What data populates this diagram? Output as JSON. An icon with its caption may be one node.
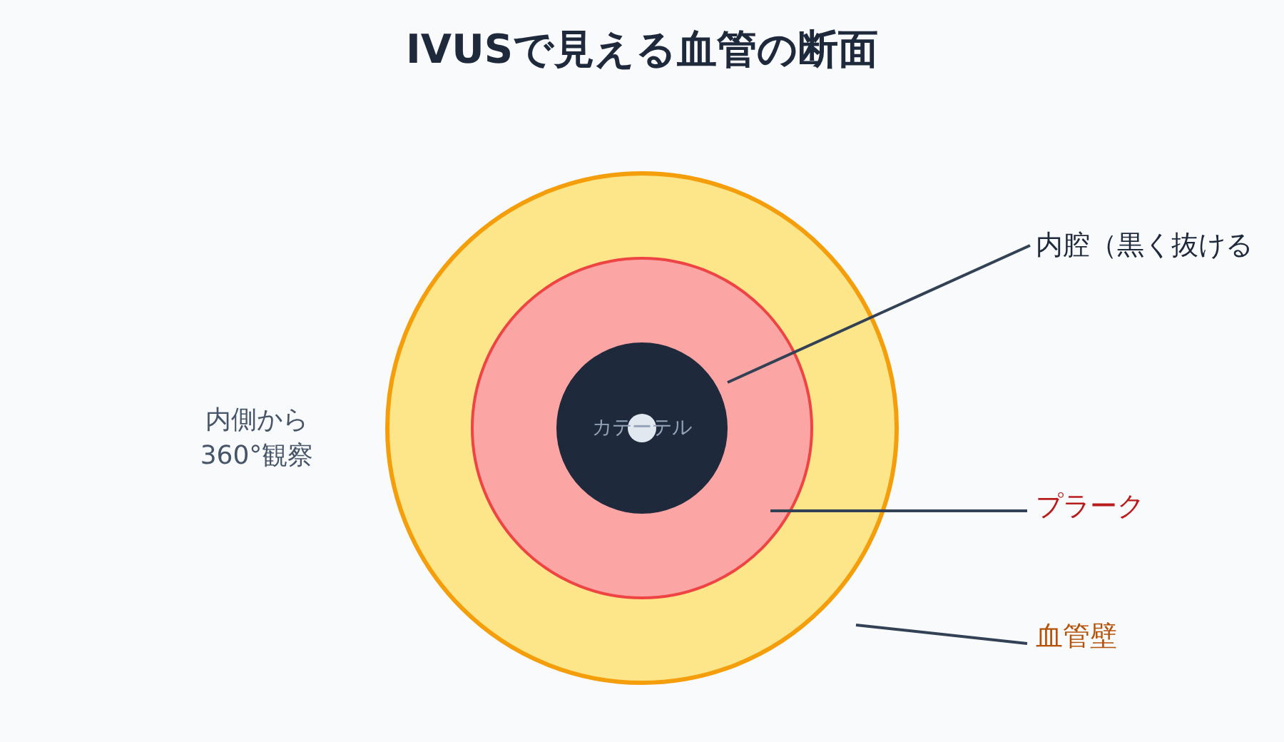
{
  "diagram": {
    "title": "IVUSで見える血管の断面",
    "nodes": [
      {
        "text": [],
        "shape": "circle"
      },
      {
        "text": [],
        "shape": "circle",
        "in": 0
      },
      {
        "text": [],
        "shape": "circle",
        "in": 1
      },
      {
        "text": [
          "カテーテル"
        ],
        "in": 2
      },
      {
        "text": [
          "内腔（黒く抜ける"
        ]
      },
      {
        "text": [
          "プラーク"
        ]
      },
      {
        "text": [
          "血管壁"
        ]
      }
    ],
    "edges": [
      {
        "from": 4,
        "to": 2,
        "arrow": "none"
      },
      {
        "from": 5,
        "to": 1,
        "arrow": "none"
      },
      {
        "from": 6,
        "to": 0,
        "arrow": "none"
      }
    ],
    "labels": [
      "内側から 360°観察"
    ]
  }
}
